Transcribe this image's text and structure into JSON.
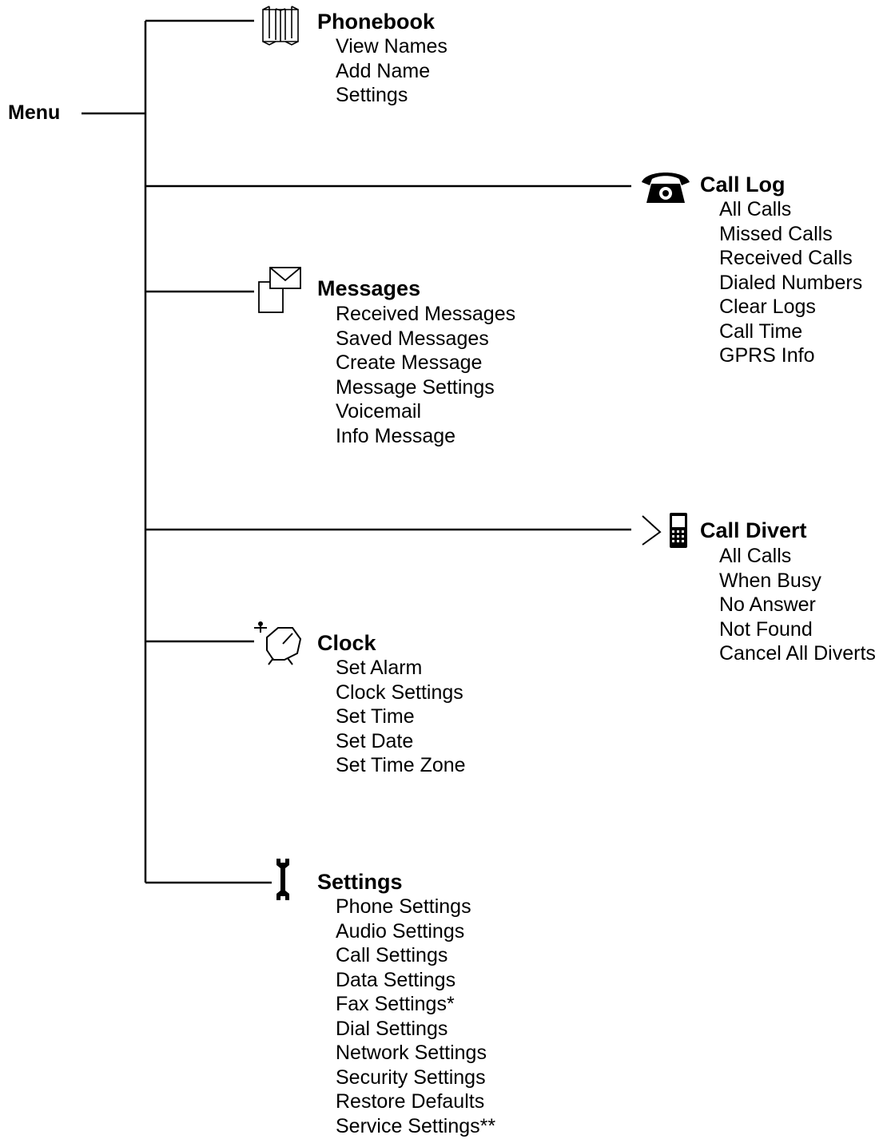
{
  "root": {
    "label": "Menu"
  },
  "branches": [
    {
      "id": "phonebook",
      "title": "Phonebook",
      "icon": "book-icon",
      "items": [
        "View Names",
        "Add Name",
        "Settings"
      ]
    },
    {
      "id": "call-log",
      "title": "Call Log",
      "icon": "telephone-icon",
      "items": [
        "All Calls",
        "Missed Calls",
        "Received Calls",
        "Dialed Numbers",
        "Clear Logs",
        "Call Time",
        "GPRS Info"
      ]
    },
    {
      "id": "messages",
      "title": "Messages",
      "icon": "envelope-icon",
      "items": [
        "Received Messages",
        "Saved Messages",
        "Create Message",
        "Message Settings",
        "Voicemail",
        "Info Message"
      ]
    },
    {
      "id": "call-divert",
      "title": "Call Divert",
      "icon": "divert-phone-icon",
      "items": [
        "All Calls",
        "When Busy",
        "No Answer",
        "Not Found",
        "Cancel All Diverts"
      ]
    },
    {
      "id": "clock",
      "title": "Clock",
      "icon": "alarm-clock-icon",
      "items": [
        "Set Alarm",
        "Clock Settings",
        "Set Time",
        "Set Date",
        "Set Time Zone"
      ]
    },
    {
      "id": "settings",
      "title": "Settings",
      "icon": "wrench-icon",
      "items": [
        "Phone Settings",
        "Audio Settings",
        "Call Settings",
        "Data Settings",
        "Fax Settings*",
        "Dial Settings",
        "Network Settings",
        "Security Settings",
        "Restore Defaults",
        "Service Settings**"
      ]
    }
  ]
}
